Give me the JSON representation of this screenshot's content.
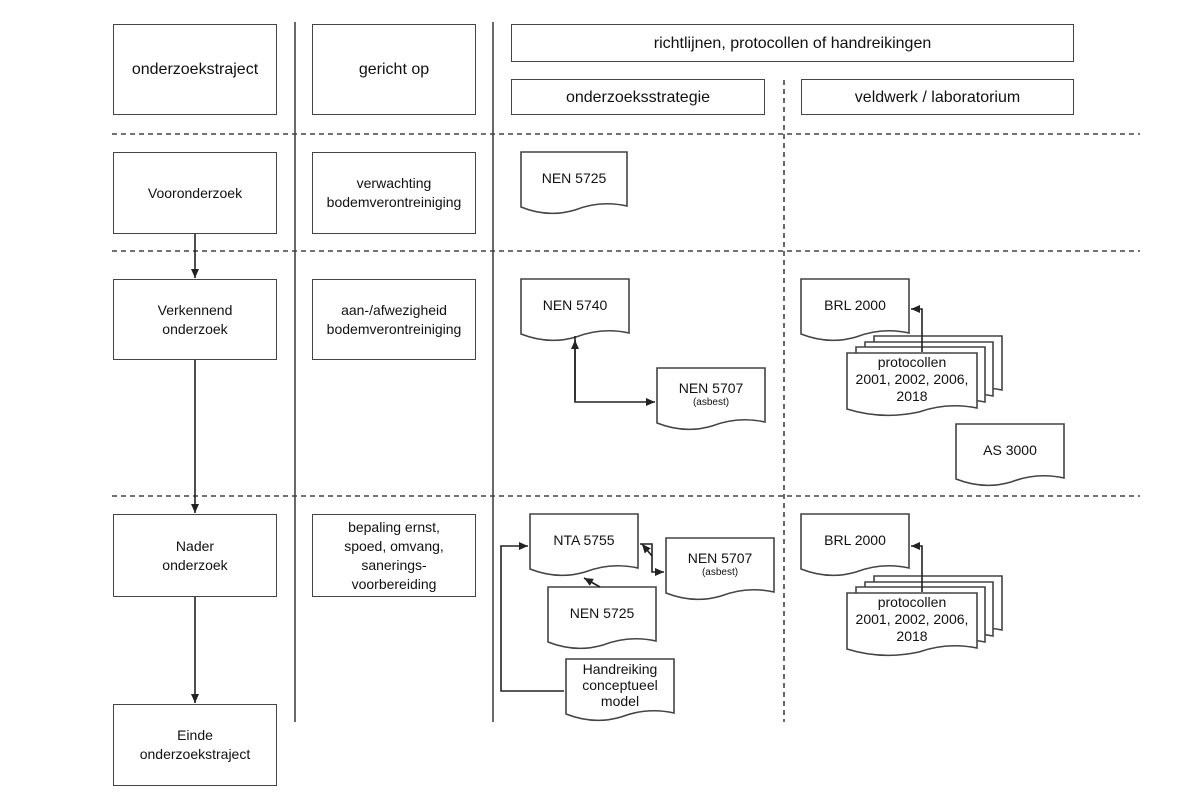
{
  "headers": {
    "col1": "onderzoekstraject",
    "col2": "gericht op",
    "col3_main": "richtlijnen, protocollen of handreikingen",
    "col3a": "onderzoeksstrategie",
    "col3b": "veldwerk / laboratorium"
  },
  "phases": [
    {
      "stage": "Vooronderzoek",
      "focus": "verwachting\nbodemverontreiniging"
    },
    {
      "stage": "Verkennend\nonderzoek",
      "focus": "aan-/afwezigheid\nbodemverontreiniging"
    },
    {
      "stage": "Nader\nonderzoek",
      "focus": "bepaling ernst,\nspoed, omvang,\nsanerings-\nvoorbereiding"
    },
    {
      "stage": "Einde\nonderzoekstraject",
      "focus": ""
    }
  ],
  "documents": {
    "nen5725_a": "NEN 5725",
    "nen5740": "NEN 5740",
    "nen5707_a": "NEN 5707",
    "nen5707_a_sub": "(asbest)",
    "brl2000_a": "BRL 2000",
    "protocollen_a": "protocollen\n2001, 2002, 2006,\n2018",
    "as3000": "AS 3000",
    "nta5755": "NTA 5755",
    "nen5707_b": "NEN 5707",
    "nen5707_b_sub": "(asbest)",
    "nen5725_b": "NEN 5725",
    "handreiking": "Handreiking\nconceptueel\nmodel",
    "brl2000_b": "BRL 2000",
    "protocollen_b": "protocollen\n2001, 2002, 2006,\n2018"
  }
}
